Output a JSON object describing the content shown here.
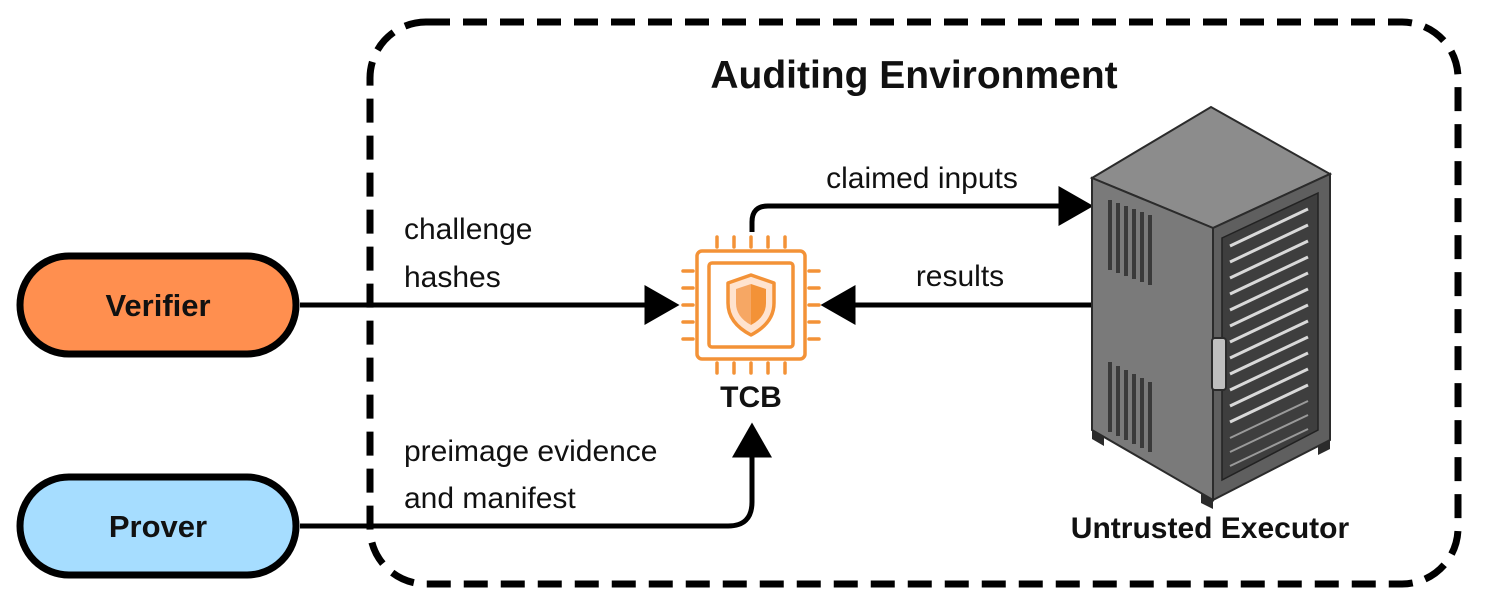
{
  "environment": {
    "title": "Auditing Environment"
  },
  "actors": {
    "verifier": {
      "label": "Verifier",
      "fill": "#FF8F4F"
    },
    "prover": {
      "label": "Prover",
      "fill": "#A6DDFF"
    }
  },
  "tcb": {
    "label": "TCB",
    "accent": "#F39237",
    "icon": "chip-shield-icon"
  },
  "executor": {
    "label": "Untrusted Executor",
    "icon": "server-rack-icon"
  },
  "edges": {
    "challenge": {
      "line1": "challenge",
      "line2": "hashes"
    },
    "preimage": {
      "line1": "preimage evidence",
      "line2": "and manifest"
    },
    "claimed": {
      "label": "claimed inputs"
    },
    "results": {
      "label": "results"
    }
  },
  "colors": {
    "stroke": "#000000",
    "server_dark": "#5F5F5F",
    "server_side": "#7A7A7A"
  }
}
